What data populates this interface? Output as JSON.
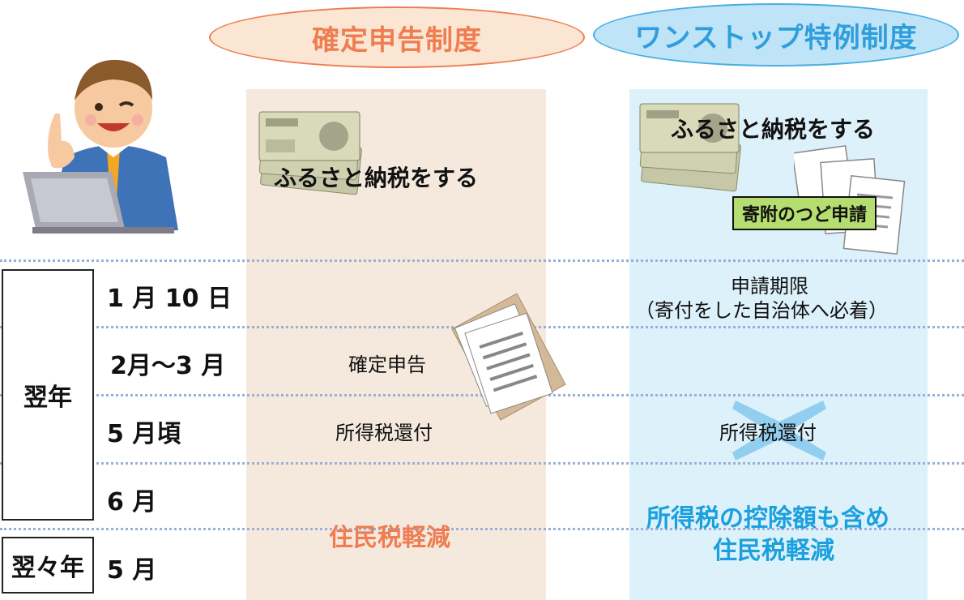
{
  "headers": {
    "left": "確定申告制度",
    "right": "ワンストップ特例制度"
  },
  "labels": {
    "year1": "翌年",
    "year2": "翌々年"
  },
  "dates": [
    "1 月 10 日",
    "2月～3 月",
    "5 月頃",
    "6 月",
    "5 月"
  ],
  "left_col": {
    "donate": "ふるさと納税をする",
    "tax_return": "確定申告",
    "refund": "所得税還付",
    "resident": "住民税軽減"
  },
  "right_col": {
    "donate": "ふるさと納税をする",
    "apply_tag": "寄附のつど申請",
    "deadline_line1": "申請期限",
    "deadline_line2": "（寄付をした自治体へ必着）",
    "refund": "所得税還付",
    "resident_line1": "所得税の控除額も含め",
    "resident_line2": "住民税軽減"
  },
  "colors": {
    "orange": "#ef7d51",
    "blue": "#1aa0de",
    "tag_green": "#b6dd6f"
  },
  "icons": [
    "man-pointing-laptop-icon",
    "yen-bills-icon",
    "documents-icon",
    "cross-mark-icon"
  ]
}
